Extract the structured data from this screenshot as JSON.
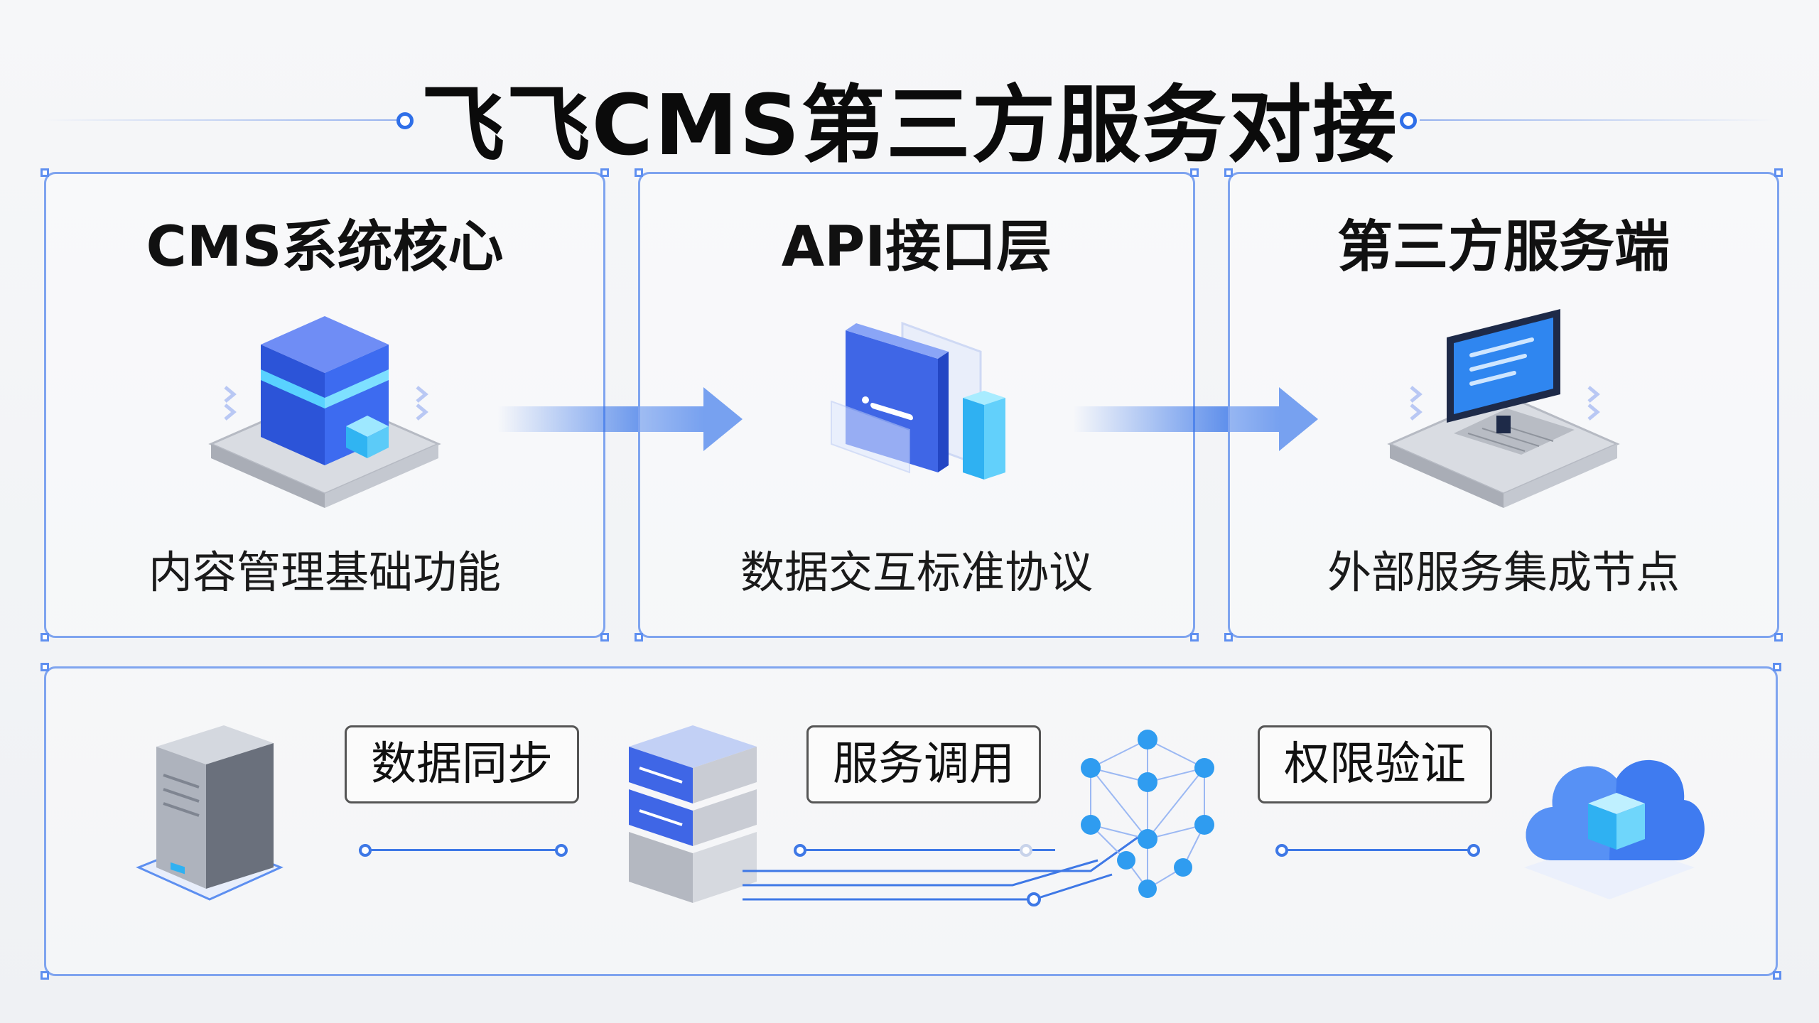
{
  "title": "飞飞CMS第三方服务对接",
  "colors": {
    "accent": "#2f6fe8",
    "border": "#7fa4ef",
    "light_blue": "#4fb6f5"
  },
  "panels": [
    {
      "title": "CMS系统核心",
      "caption": "内容管理基础功能",
      "icon": "server-block-icon"
    },
    {
      "title": "API接口层",
      "caption": "数据交互标准协议",
      "icon": "api-card-icon"
    },
    {
      "title": "第三方服务端",
      "caption": "外部服务集成节点",
      "icon": "computer-terminal-icon"
    }
  ],
  "bottom": {
    "labels": [
      "数据同步",
      "服务调用",
      "权限验证"
    ],
    "icons": [
      "database-server-icon",
      "rack-server-icon",
      "network-nodes-icon",
      "cloud-cube-icon"
    ]
  }
}
